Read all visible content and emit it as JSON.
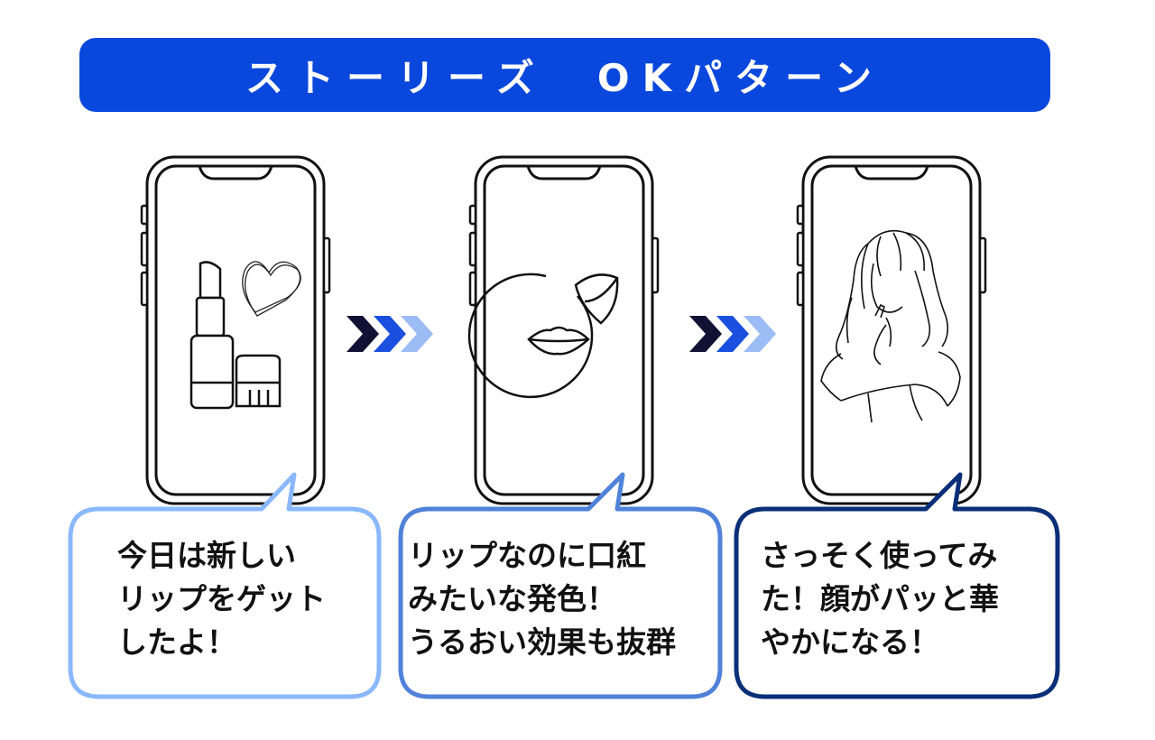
{
  "banner": {
    "title": "ストーリーズ　OKパターン",
    "color": "#0a47dd"
  },
  "captions": [
    {
      "text": "今日は新しい\nリップをゲット\nしたよ！",
      "border_color": "#8ab8ff"
    },
    {
      "text": "リップなのに口紅\nみたいな発色！\nうるおい効果も抜群",
      "border_color": "#4f82d8"
    },
    {
      "text": "さっそく使ってみ\nた！顔がパッと華\nやかになる！",
      "border_color": "#0a2f78"
    }
  ],
  "arrows": {
    "colors": [
      "#111133",
      "#1a4fe0",
      "#9bbcf5"
    ]
  },
  "illustrations": [
    "lipstick-and-heart",
    "lips-in-circle",
    "woman-with-lipstick"
  ]
}
